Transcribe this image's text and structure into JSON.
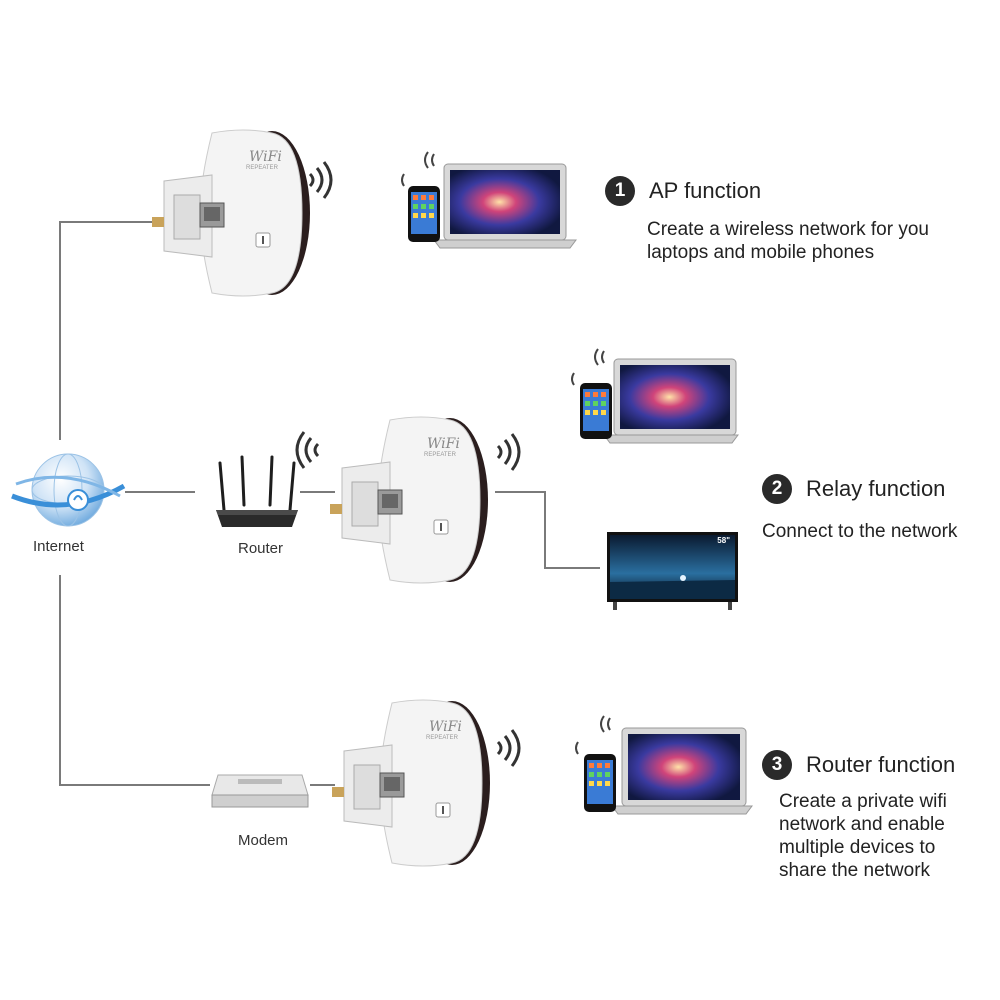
{
  "nodes": {
    "internet": "Internet",
    "router": "Router",
    "modem": "Modem"
  },
  "repeater": {
    "brand": "WiFi",
    "subtitle": "REPEATER"
  },
  "functions": [
    {
      "number": "1",
      "title": "AP function",
      "description": [
        "Create a wireless network for you",
        "laptops and mobile phones"
      ]
    },
    {
      "number": "2",
      "title": "Relay function",
      "description": [
        "Connect to the network"
      ]
    },
    {
      "number": "3",
      "title": "Router function",
      "description": [
        "Create a private wifi",
        "network and enable",
        "multiple devices to",
        "share the network"
      ]
    }
  ],
  "tv": {
    "size_badge": "58\""
  },
  "colors": {
    "wire": "#7a7a7a",
    "device_white": "#f4f4f4",
    "device_dark": "#2b1e1e",
    "globe_blue": "#3a8fd8",
    "badge": "#2a2a2a"
  }
}
